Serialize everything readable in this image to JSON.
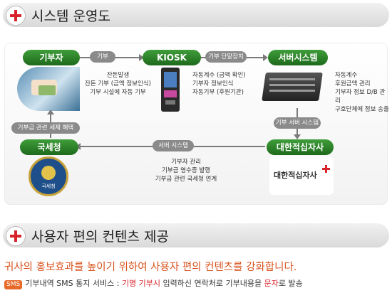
{
  "section1": {
    "title": "시스템 운영도"
  },
  "diagram": {
    "nodes": {
      "donor": "기부자",
      "kiosk": "KIOSK",
      "server": "서버시스템",
      "nts": "국세청",
      "redcross": "대한적십자사"
    },
    "edges": {
      "donor_kiosk": "기부",
      "kiosk_server": "기부 단말장치",
      "server_redcross": "기부 서버 시스템",
      "redcross_nts": "서버 시스템",
      "nts_donor": "기부금 관련 세제 혜택"
    },
    "donor_desc": [
      "잔돈발생",
      "잔돈 기부 (금액 정보인식)",
      "기부 시설에 자동 기부"
    ],
    "kiosk_desc": [
      "자동계수 (금액 확인)",
      "기부자 정보인식",
      "자동기부 (후원기관)"
    ],
    "server_desc": [
      "자동계수",
      "후원금액 관리",
      "기부자 정보 D/B 관리",
      "구호단체에 정보 송출"
    ],
    "center_desc": [
      "기부자 관리",
      "기부금 영수증 발행",
      "기부금 관련 국세청 연계"
    ],
    "redcross_logo_text": "대한적십자사",
    "nts_seal_text": "국세청"
  },
  "section2": {
    "title": "사용자 편의 컨텐츠 제공"
  },
  "intro": "귀사의 홍보효과를 높이기 위하여 사용자 편의 컨텐츠를 강화합니다.",
  "sms": {
    "tag": "SMS",
    "prefix": "기부내역 SMS 통지 서비스 : ",
    "hl1": "기명 기부시",
    "mid": " 입력하신 연락처로 기부내용을 ",
    "hl2": "문자",
    "suffix": "로 발송"
  }
}
